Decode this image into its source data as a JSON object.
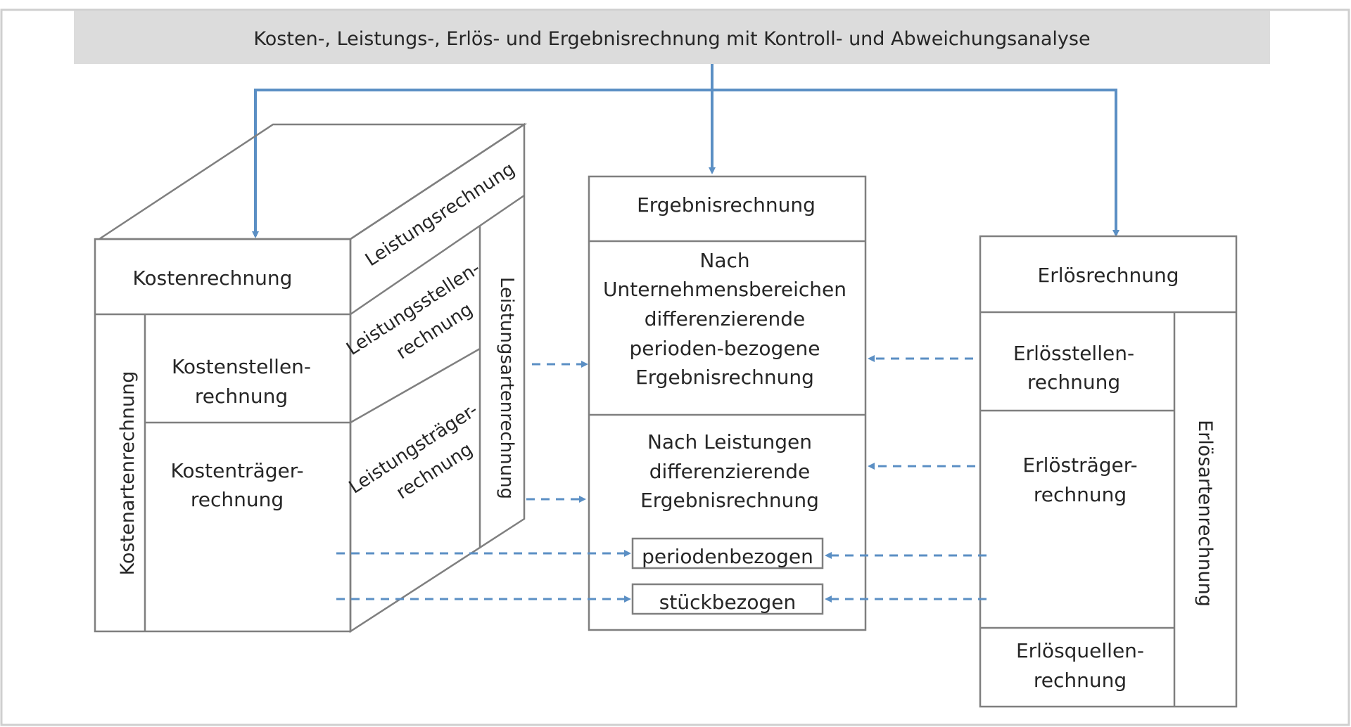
{
  "header": {
    "title": "Kosten-, Leistungs-, Erlös- und Ergebnisrechnung mit Kontroll- und Abweichungsanalyse"
  },
  "cost_block": {
    "title": "Kostenrechnung",
    "vertical_label": "Kostenartenrechnung",
    "cost_center_line1": "Kostenstellen-",
    "cost_center_line2": "rechnung",
    "cost_object_line1": "Kostenträger-",
    "cost_object_line2": "rechnung"
  },
  "performance_block": {
    "title": "Leistungsrechnung",
    "center_line1": "Leistungsstellen-",
    "center_line2": "rechnung",
    "object_line1": "Leistungsträger-",
    "object_line2": "rechnung",
    "vertical_label": "Leistungsartenrechnung"
  },
  "result_block": {
    "title": "Ergebnisrechnung",
    "area_lines": [
      "Nach",
      "Unternehmensbereichen",
      "differenzierende",
      "perioden-bezogene",
      "Ergebnisrechnung"
    ],
    "service_lines": [
      "Nach Leistungen",
      "differenzierende",
      "Ergebnisrechnung"
    ],
    "period_box": "periodenbezogen",
    "unit_box": "stückbezogen"
  },
  "revenue_block": {
    "title": "Erlösrechnung",
    "center_line1": "Erlösstellen-",
    "center_line2": "rechnung",
    "object_line1": "Erlösträger-",
    "object_line2": "rechnung",
    "source_line1": "Erlösquellen-",
    "source_line2": "rechnung",
    "vertical_label": "Erlösartenrechnung"
  },
  "colors": {
    "arrow": "#5b8fc4",
    "line": "#7f7f7f",
    "header_bg": "#dcdcdc"
  }
}
